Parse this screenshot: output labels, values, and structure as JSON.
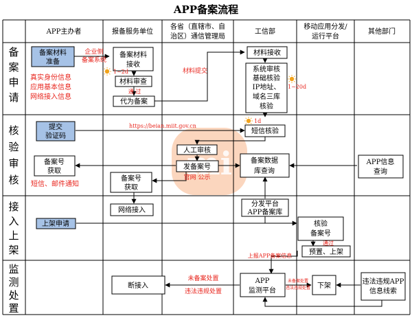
{
  "title": "APP备案流程",
  "columns": [
    "APP主办者",
    "报备服务单位",
    "各省（直辖市、自",
    "治区）通信管理局",
    "工信部",
    "移动应用分发/",
    "运行平台",
    "其他部门"
  ],
  "rows": [
    "备",
    "案",
    "申",
    "请",
    "核",
    "验",
    "审",
    "核",
    "接",
    "入",
    "上",
    "架",
    "监",
    "测",
    "处",
    "置"
  ],
  "boxes": {
    "b1a": "备案材料",
    "b1b": "准备",
    "b2a": "备案材料",
    "b2b": "接收",
    "b3": "材料审查",
    "b4": "代为备案",
    "b5": "材料接收",
    "b6a": "系统审核",
    "b6b": "基础核验",
    "b6c": "IP地址、",
    "b6d": "域名三库",
    "b6e": "核验",
    "b7a": "提交",
    "b7b": "验证码",
    "b8": "短信核验",
    "b9": "人工审核",
    "b10": "发备案号",
    "b11a": "备案数据",
    "b11b": "库查询",
    "b12a": "APP信息",
    "b12b": "查询",
    "b13a": "备案号",
    "b13b": "获取",
    "b14a": "备案号",
    "b14b": "获取",
    "b15": "网络接入",
    "b16a": "分发平台",
    "b16b": "APP备案库",
    "b17": "上架申请",
    "b18a": "核验",
    "b18b": "备案号",
    "b19": "预置、上架",
    "b20": "断接入",
    "b21a": "APP",
    "b21b": "监测平台",
    "b22": "下架",
    "b23a": "违法违规APP",
    "b23b": "信息线索"
  },
  "labels": {
    "l1a": "企业侧",
    "l1b": "备案系统",
    "l2": "1~2d",
    "l3": "通 过",
    "l4": "材料提交",
    "l5": "1~20d",
    "l6a": "真实身份信息",
    "l6b": "应用基本信息",
    "l6c": "网络接入信息",
    "l7": "https://beian.miit.gov.cn",
    "l8": "1d",
    "l9": "官网  公示",
    "l10": "短信、邮件通知",
    "l11": "通过",
    "l12": "上报APP备案信息",
    "l13a": "未备案处置",
    "l13b": "违法违规处置",
    "l14a": "未备案处置",
    "l14b": "违法违规处置"
  },
  "watermark": "mi",
  "colors": {
    "blue_box": "#a6c2e6",
    "red_text": "#e8261e",
    "sun": "#f2a31b"
  }
}
